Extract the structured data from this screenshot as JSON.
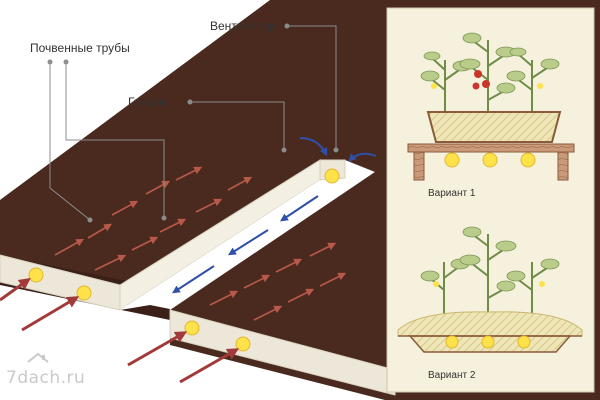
{
  "labels": {
    "soil_pipes": "Почвенные трубы",
    "beds": "Грядки",
    "ventilator": "Вентилятор",
    "variant_1": "Вариант 1",
    "variant_2": "Вариант 2"
  },
  "watermark": "7dach.ru",
  "colors": {
    "soil": "#4a2a1f",
    "bed_edge": "#ece7d8",
    "panel_bg": "#f6f1dc",
    "pipe": "#ffe24a",
    "warm_arrow": "#b85a4a",
    "cool_arrow": "#2f4fa8",
    "leader_line": "#8c8c8c"
  },
  "icons": [
    "red-arrow-icon",
    "blue-arrow-icon",
    "pipe-end-icon",
    "tomato-plant-icon",
    "house-icon"
  ]
}
